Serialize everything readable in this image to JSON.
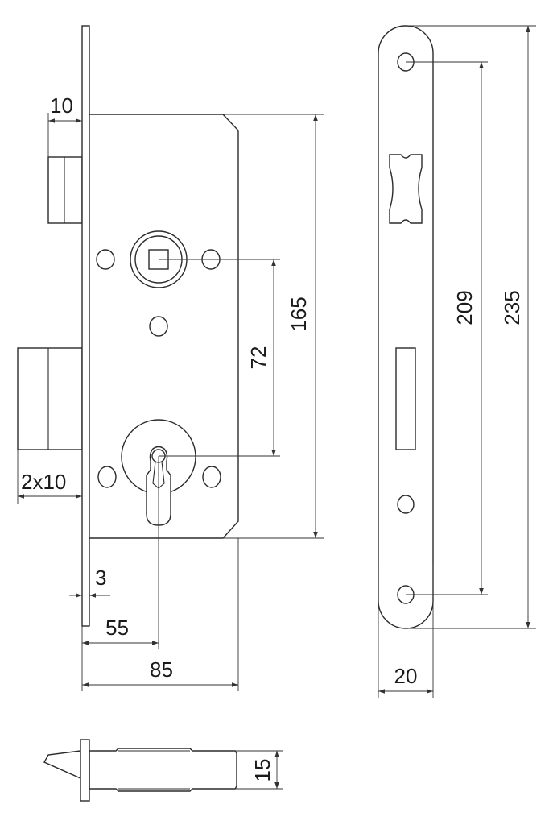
{
  "dimensions": {
    "latch_projection": "10",
    "bolt_projection": "2x10",
    "faceplate_thickness": "3",
    "backset": "55",
    "case_depth": "85",
    "case_height": "165",
    "center_distance": "72",
    "strike_screw_distance": "209",
    "strike_length": "235",
    "strike_width": "20",
    "body_thickness": "15"
  }
}
